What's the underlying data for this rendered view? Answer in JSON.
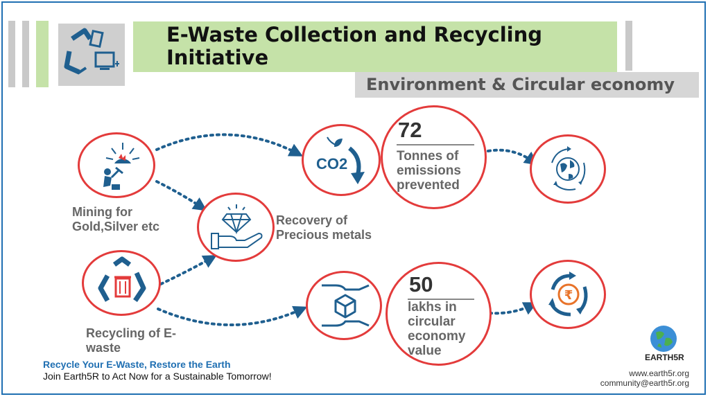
{
  "header": {
    "title": "E-Waste Collection and Recycling Initiative",
    "subtitle": "Environment & Circular economy"
  },
  "nodes": {
    "mining": {
      "label": "Mining for Gold,Silver etc"
    },
    "recycling": {
      "label": "Recycling of E-waste"
    },
    "recovery": {
      "label": "Recovery of Precious metals"
    },
    "emissions": {
      "value": "72",
      "description": "Tonnes of emissions prevented",
      "icon_text": "CO2"
    },
    "economy": {
      "value": "50",
      "description": "lakhs in circular economy value",
      "icon_text": "₹"
    }
  },
  "footer": {
    "tagline": "Recycle Your E-Waste, Restore the Earth",
    "cta": "Join Earth5R to Act Now for a Sustainable Tomorrow!",
    "website": "www.earth5r.org",
    "email": "community@earth5r.org",
    "brand": "EARTH5R"
  },
  "colors": {
    "accent_red": "#e33b3b",
    "icon_blue": "#1f5f8f",
    "title_band": "#c5e2a8"
  },
  "icons": [
    "e-waste-recycle-logo",
    "mining-icon",
    "recycle-bin-icon",
    "diamond-hand-icon",
    "co2-arrow-icon",
    "earth-cycle-icon",
    "box-hands-icon",
    "rupee-cycle-icon",
    "earth-globe-logo"
  ]
}
